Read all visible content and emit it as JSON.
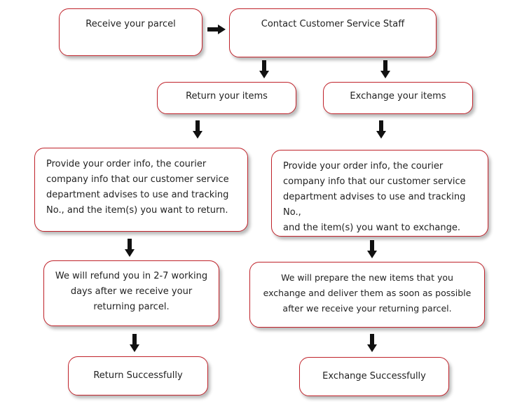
{
  "diagram": {
    "nodes": {
      "receive": "Receive your parcel",
      "contact": "Contact Customer Service Staff",
      "return_items": "Return your items",
      "exchange_items": "Exchange your items",
      "return_info": [
        "Provide your order info, the courier",
        "company info that our customer service",
        "department advises to use and tracking",
        "No., and the item(s) you want to return."
      ],
      "exchange_info": [
        "Provide your order info, the courier",
        "company info that our customer service",
        "department advises to use and tracking No.,",
        "and the item(s) you want to exchange."
      ],
      "refund": [
        "We will refund you in 2-7 working",
        "days after we receive your",
        "returning parcel."
      ],
      "prepare": [
        "We will prepare the new items that you",
        "exchange  and deliver them as soon as possible",
        "after we receive your returning parcel."
      ],
      "return_success": "Return Successfully",
      "exchange_success": "Exchange Successfully"
    },
    "edges": [
      [
        "receive",
        "contact"
      ],
      [
        "contact",
        "return_items"
      ],
      [
        "contact",
        "exchange_items"
      ],
      [
        "return_items",
        "return_info"
      ],
      [
        "exchange_items",
        "exchange_info"
      ],
      [
        "return_info",
        "refund"
      ],
      [
        "exchange_info",
        "prepare"
      ],
      [
        "refund",
        "return_success"
      ],
      [
        "prepare",
        "exchange_success"
      ]
    ],
    "colors": {
      "border": "#c0232b",
      "arrow": "#111111"
    }
  }
}
